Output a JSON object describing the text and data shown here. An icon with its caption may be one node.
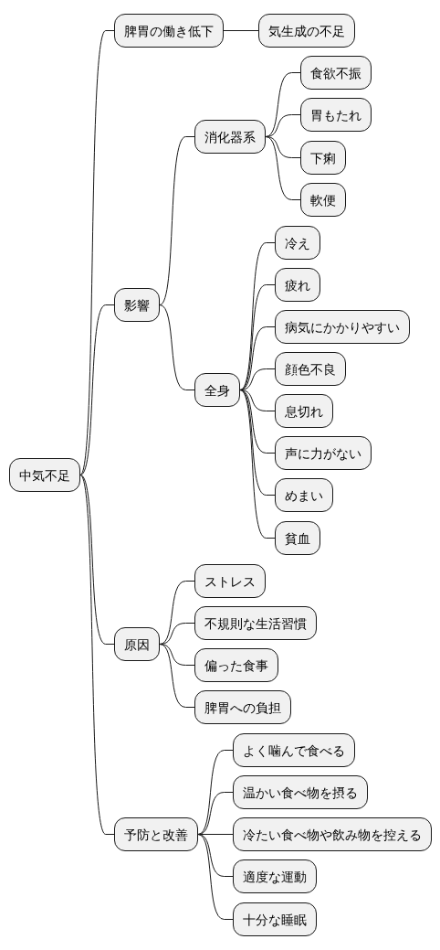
{
  "diagram": {
    "nodes": [
      {
        "text": [
          "中気不足"
        ]
      },
      {
        "text": [
          "脾胃の働き低下"
        ]
      },
      {
        "text": [
          "気生成の不足"
        ]
      },
      {
        "text": [
          "影響"
        ]
      },
      {
        "text": [
          "消化器系"
        ]
      },
      {
        "text": [
          "食欲不振"
        ]
      },
      {
        "text": [
          "胃もたれ"
        ]
      },
      {
        "text": [
          "下痢"
        ]
      },
      {
        "text": [
          "軟便"
        ]
      },
      {
        "text": [
          "全身"
        ]
      },
      {
        "text": [
          "冷え"
        ]
      },
      {
        "text": [
          "疲れ"
        ]
      },
      {
        "text": [
          "病気にかかりやすい"
        ]
      },
      {
        "text": [
          "顔色不良"
        ]
      },
      {
        "text": [
          "息切れ"
        ]
      },
      {
        "text": [
          "声に力がない"
        ]
      },
      {
        "text": [
          "めまい"
        ]
      },
      {
        "text": [
          "貧血"
        ]
      },
      {
        "text": [
          "原因"
        ]
      },
      {
        "text": [
          "ストレス"
        ]
      },
      {
        "text": [
          "不規則な生活習慣"
        ]
      },
      {
        "text": [
          "偏った食事"
        ]
      },
      {
        "text": [
          "脾胃への負担"
        ]
      },
      {
        "text": [
          "予防と改善"
        ]
      },
      {
        "text": [
          "よく噛んで食べる"
        ]
      },
      {
        "text": [
          "温かい食べ物を摂る"
        ]
      },
      {
        "text": [
          "冷たい食べ物や飲み物を控える"
        ]
      },
      {
        "text": [
          "適度な運動"
        ]
      },
      {
        "text": [
          "十分な睡眠"
        ]
      }
    ],
    "edges": [
      {
        "from": 0,
        "to": 1,
        "arrow": "none"
      },
      {
        "from": 1,
        "to": 2,
        "arrow": "none"
      },
      {
        "from": 0,
        "to": 3,
        "arrow": "none"
      },
      {
        "from": 3,
        "to": 4,
        "arrow": "none"
      },
      {
        "from": 4,
        "to": 5,
        "arrow": "none"
      },
      {
        "from": 4,
        "to": 6,
        "arrow": "none"
      },
      {
        "from": 4,
        "to": 7,
        "arrow": "none"
      },
      {
        "from": 4,
        "to": 8,
        "arrow": "none"
      },
      {
        "from": 3,
        "to": 9,
        "arrow": "none"
      },
      {
        "from": 9,
        "to": 10,
        "arrow": "none"
      },
      {
        "from": 9,
        "to": 11,
        "arrow": "none"
      },
      {
        "from": 9,
        "to": 12,
        "arrow": "none"
      },
      {
        "from": 9,
        "to": 13,
        "arrow": "none"
      },
      {
        "from": 9,
        "to": 14,
        "arrow": "none"
      },
      {
        "from": 9,
        "to": 15,
        "arrow": "none"
      },
      {
        "from": 9,
        "to": 16,
        "arrow": "none"
      },
      {
        "from": 9,
        "to": 17,
        "arrow": "none"
      },
      {
        "from": 0,
        "to": 18,
        "arrow": "none"
      },
      {
        "from": 18,
        "to": 19,
        "arrow": "none"
      },
      {
        "from": 18,
        "to": 20,
        "arrow": "none"
      },
      {
        "from": 18,
        "to": 21,
        "arrow": "none"
      },
      {
        "from": 18,
        "to": 22,
        "arrow": "none"
      },
      {
        "from": 0,
        "to": 23,
        "arrow": "none"
      },
      {
        "from": 23,
        "to": 24,
        "arrow": "none"
      },
      {
        "from": 23,
        "to": 25,
        "arrow": "none"
      },
      {
        "from": 23,
        "to": 26,
        "arrow": "none"
      },
      {
        "from": 23,
        "to": 27,
        "arrow": "none"
      },
      {
        "from": 23,
        "to": 28,
        "arrow": "none"
      }
    ]
  }
}
